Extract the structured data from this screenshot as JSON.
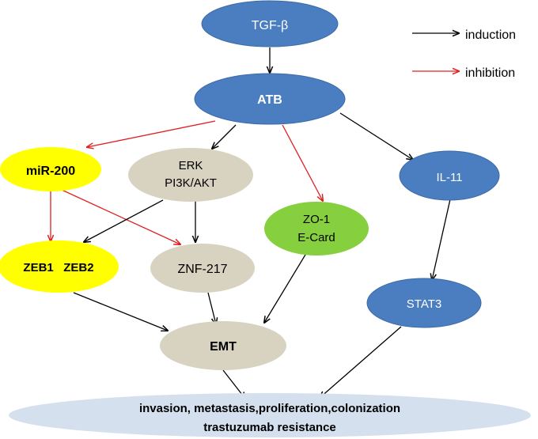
{
  "nodes": {
    "tgf": {
      "label": "TGF-β"
    },
    "atb": {
      "label": "ATB"
    },
    "mir200": {
      "label": "miR-200"
    },
    "erk": {
      "line1": "ERK",
      "line2": "PI3K/AKT"
    },
    "zo1": {
      "line1": "ZO-1",
      "line2": "E-Card"
    },
    "il11": {
      "label": "IL-11"
    },
    "zeb": {
      "label": "ZEB1   ZEB2"
    },
    "znf": {
      "label": "ZNF-217"
    },
    "stat3": {
      "label": "STAT3"
    },
    "emt": {
      "label": "EMT"
    },
    "outcome": {
      "line1": "invasion, metastasis,proliferation,colonization",
      "line2": "trastuzumab resistance"
    }
  },
  "legend": {
    "induction": {
      "label": "induction",
      "color": "#000000"
    },
    "inhibition": {
      "label": "inhibition",
      "color": "#e02020"
    }
  },
  "colors": {
    "blue_fill": "#4a7ec0",
    "blue_stroke": "#3b6aa6",
    "yellow": "#ffff00",
    "beige": "#d8d3c0",
    "green": "#86cf3e",
    "outcome": "#d4e0ee"
  },
  "edges": [
    {
      "from": "tgf",
      "to": "atb",
      "type": "induction"
    },
    {
      "from": "atb",
      "to": "mir200",
      "type": "inhibition"
    },
    {
      "from": "atb",
      "to": "erk",
      "type": "induction"
    },
    {
      "from": "atb",
      "to": "zo1",
      "type": "inhibition"
    },
    {
      "from": "atb",
      "to": "il11",
      "type": "induction"
    },
    {
      "from": "mir200",
      "to": "zeb",
      "type": "inhibition"
    },
    {
      "from": "mir200",
      "to": "znf",
      "type": "inhibition"
    },
    {
      "from": "erk",
      "to": "zeb",
      "type": "induction"
    },
    {
      "from": "erk",
      "to": "znf",
      "type": "induction"
    },
    {
      "from": "il11",
      "to": "stat3",
      "type": "induction"
    },
    {
      "from": "zeb",
      "to": "emt",
      "type": "induction"
    },
    {
      "from": "znf",
      "to": "emt",
      "type": "induction"
    },
    {
      "from": "zo1",
      "to": "emt",
      "type": "induction"
    },
    {
      "from": "emt",
      "to": "outcome",
      "type": "induction"
    },
    {
      "from": "stat3",
      "to": "outcome",
      "type": "induction"
    }
  ]
}
